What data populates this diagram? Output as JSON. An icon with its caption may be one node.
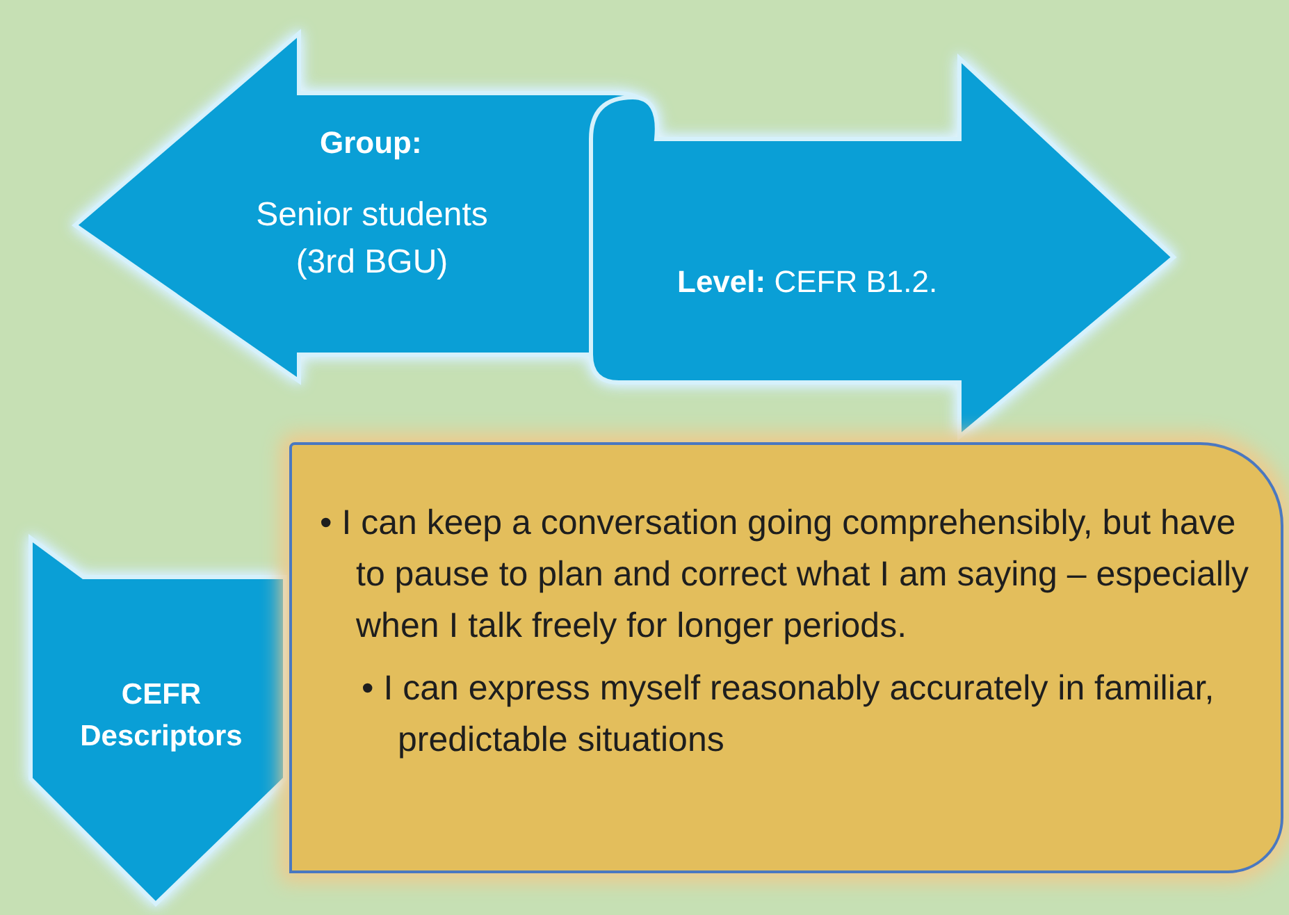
{
  "diagram": {
    "nodes": [
      {
        "text": [
          "Group:",
          "Senior students (3rd BGU)",
          "**Level:** CEFR B1.2."
        ]
      },
      {
        "text": [
          "CEFR Descriptors"
        ]
      },
      {
        "text": [
          "• I can keep a conversation going comprehensibly, but have to pause to plan and correct what I am saying – especially when I talk freely for longer periods.",
          "• I can express myself reasonably accurately in familiar, predictable situations"
        ]
      }
    ]
  }
}
